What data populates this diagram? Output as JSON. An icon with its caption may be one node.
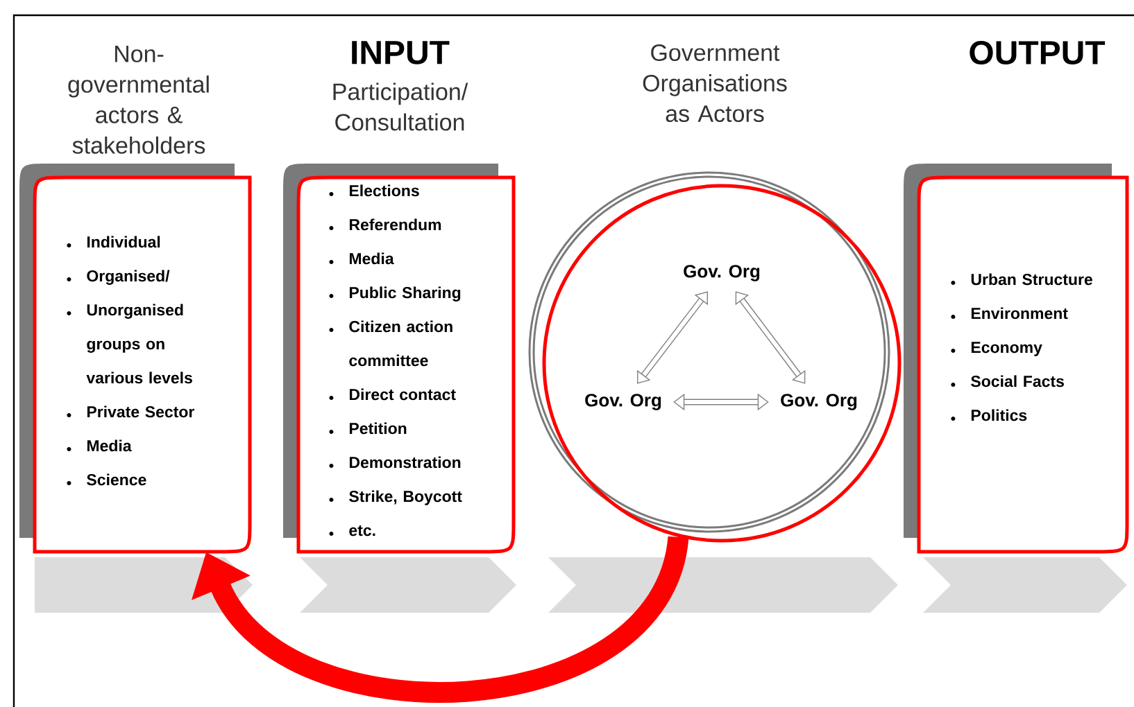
{
  "diagram": {
    "nodes": [
      {
        "text": [
          "Non-governmental actors & stakeholders",
          "Individual",
          "Organised/",
          "Unorganised groups on various levels",
          "Private Sector",
          "Media",
          "Science"
        ]
      },
      {
        "text": [
          "INPUT",
          "Participation/ Consultation",
          "Elections",
          "Referendum",
          "Media",
          "Public Sharing",
          "Citizen action committee",
          "Direct contact",
          "Petition",
          "Demonstration",
          "Strike, Boycott",
          "etc."
        ]
      },
      {
        "text": [
          "Government Organisations as Actors"
        ]
      },
      {
        "text": [
          "Gov. Org"
        ],
        "in": 2
      },
      {
        "text": [
          "Gov. Org"
        ],
        "in": 2
      },
      {
        "text": [
          "Gov. Org"
        ],
        "in": 2
      },
      {
        "text": [
          "OUTPUT",
          "Urban Structure",
          "Environment",
          "Economy",
          "Social Facts",
          "Politics"
        ]
      }
    ],
    "edges": [
      {
        "from": 3,
        "to": 4,
        "arrow": "both"
      },
      {
        "from": 3,
        "to": 5,
        "arrow": "both"
      },
      {
        "from": 4,
        "to": 5,
        "arrow": "both"
      },
      {
        "from": 2,
        "to": 0,
        "arrow": "to",
        "style": "thick",
        "color": "#ff0000"
      }
    ]
  }
}
